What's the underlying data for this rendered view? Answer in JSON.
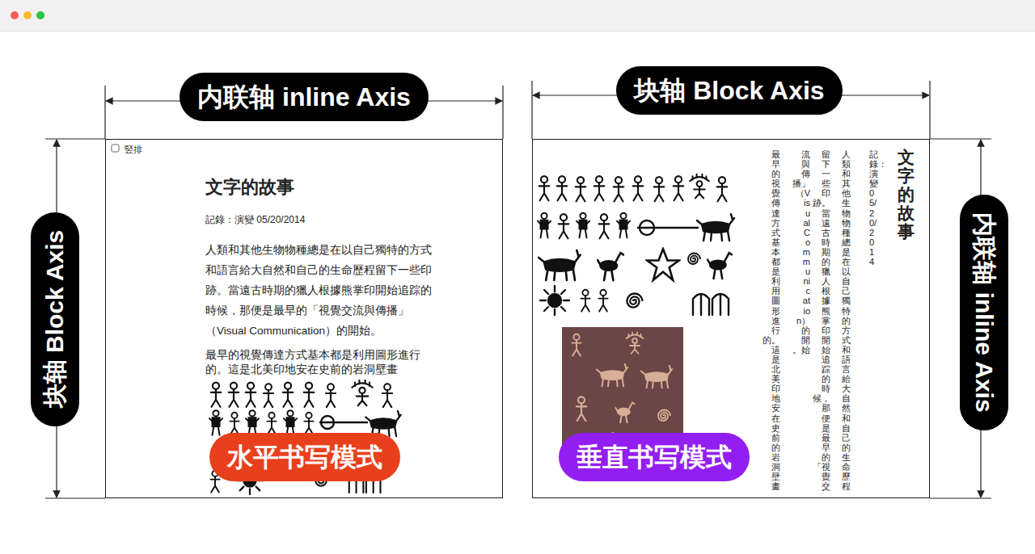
{
  "diagram": {
    "nodes": [
      {
        "text": [
          "内联轴 inline Axis"
        ]
      },
      {
        "text": [
          "块轴 Block Axis"
        ]
      },
      {
        "text": [
          "竪排",
          "文字的故事",
          "記錄：演變 05/20/2014",
          "人類和其他生物物種總是在以自己獨特的方式和語言給大自然和自己的生命歷程留下一些印跡。當遠古時期的獵人根據熊掌印開始追踪的時候，那便是最早的「視覺交流與傳播」（Visual Communication）的開始。",
          "最早的視覺傳達方式基本都是利用圖形進行的。這是北美印地安在史前的岩洞壁畫"
        ]
      },
      {
        "text": [
          "水平书写模式"
        ],
        "in": 2
      },
      {
        "text": [
          "块轴 Block Axis"
        ]
      },
      {
        "text": [
          "文字的故事",
          "記錄：演變 05/20/2014",
          "人類和其他生物物種總是在以自己獨特的方式和語言給大自然和自己的生命歷程留下一些印跡。當遠古時期的獵人根據熊掌印開始追踪的時候，那便是最早的「視覺交流與傳播」（Visual Communication）的開始。",
          "最早的視覺傳達方式基本都是利用圖形進行的。這是北美印地安在史前的岩洞壁畫"
        ]
      },
      {
        "text": [
          "垂直书写模式"
        ],
        "in": 5
      },
      {
        "text": [
          "内联轴 inline Axis"
        ]
      }
    ]
  }
}
